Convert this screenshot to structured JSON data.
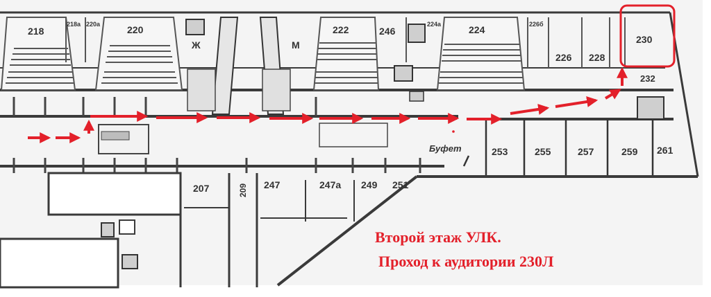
{
  "rooms": {
    "r218": "218",
    "r218a": "218а",
    "r220a": "220а",
    "r220": "220",
    "wc_f": "Ж",
    "wc_m": "М",
    "r222": "222",
    "r246": "246",
    "r224a": "224а",
    "r224": "224",
    "r226b": "226б",
    "r226": "226",
    "r228": "228",
    "r230": "230",
    "r232": "232",
    "buffet": "Буфет",
    "r253": "253",
    "r255": "255",
    "r257": "257",
    "r259": "259",
    "r261": "261",
    "r207": "207",
    "r209": "209",
    "r247": "247",
    "r247a": "247а",
    "r249": "249",
    "r251": "251"
  },
  "caption": {
    "line1": "Второй этаж УЛК.",
    "line2": "Проход к аудитории 230Л"
  },
  "colors": {
    "route": "#e3202a",
    "walls": "#3a3a3a",
    "paper": "#f4f4f4"
  }
}
